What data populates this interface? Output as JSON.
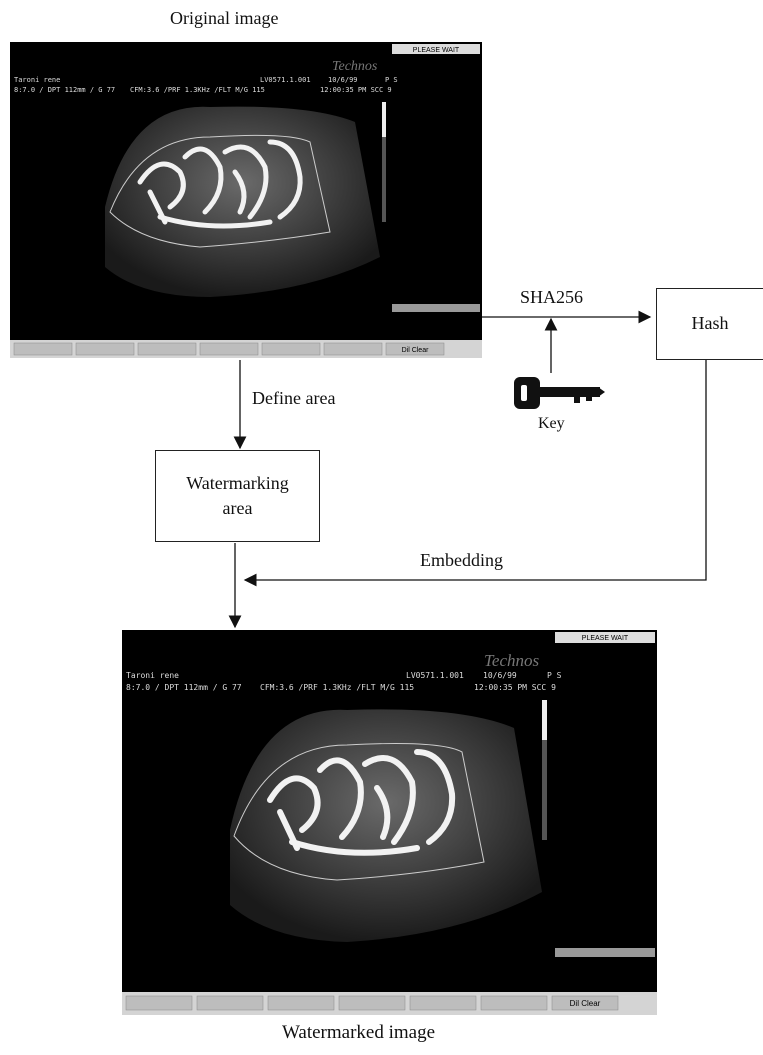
{
  "labels": {
    "original": "Original image",
    "watermarked": "Watermarked image",
    "define_area": "Define area",
    "sha256": "SHA256",
    "key": "Key",
    "embedding": "Embedding"
  },
  "boxes": {
    "hash": "Hash",
    "watermarking_area_line1": "Watermarking",
    "watermarking_area_line2": "area"
  },
  "ultrasound": {
    "badge": "PLEASE WAIT",
    "logo": "Technos",
    "patient": "Taroni rene",
    "params": "8:7.0 / DPT 112mm / G 77",
    "flow": "CFM:3.6 /PRF 1.3KHz /FLT M/G 115",
    "exam_id": "LV0571.1.001",
    "date": "10/6/99",
    "ps": "P   S",
    "time": "12:00:35 PM SCC 9",
    "bottom_button": "Dil Clear"
  }
}
